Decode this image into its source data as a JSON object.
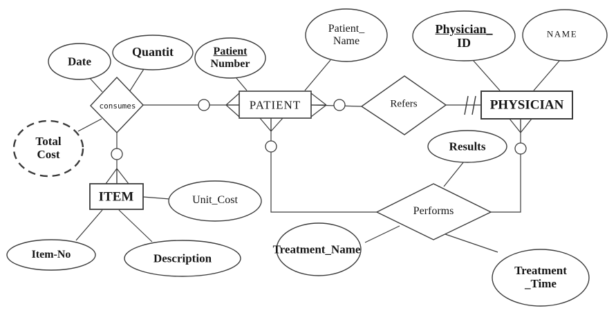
{
  "diagram_type": "entity-relationship",
  "colors": {
    "stroke": "#3a3a3a",
    "text": "#151515",
    "background": "#ffffff"
  },
  "entities": {
    "patient": {
      "label": "PATIENT"
    },
    "physician": {
      "label": "PHYSICIAN"
    },
    "item": {
      "label": "ITEM"
    }
  },
  "relationships": {
    "consumes": {
      "label": "consumes"
    },
    "refers": {
      "label": "Refers"
    },
    "performs": {
      "label": "Performs"
    }
  },
  "attributes": {
    "date": {
      "label": "Date"
    },
    "quantit": {
      "label": "Quantit"
    },
    "patient_number": {
      "line1": "Patient",
      "line2": "Number",
      "key": true
    },
    "patient_name": {
      "line1": "Patient_",
      "line2": "Name"
    },
    "physician_id": {
      "line1": "Physician_",
      "line2": "ID",
      "key": true
    },
    "name": {
      "label": "NAME"
    },
    "total_cost": {
      "line1": "Total",
      "line2": "Cost",
      "derived": true
    },
    "results": {
      "label": "Results"
    },
    "unit_cost": {
      "label": "Unit_Cost"
    },
    "item_no": {
      "label": "Item-No"
    },
    "description": {
      "label": "Description"
    },
    "treatment_name": {
      "label": "Treatment_Name"
    },
    "treatment_time": {
      "line1": "Treatment",
      "line2": "_Time"
    }
  }
}
